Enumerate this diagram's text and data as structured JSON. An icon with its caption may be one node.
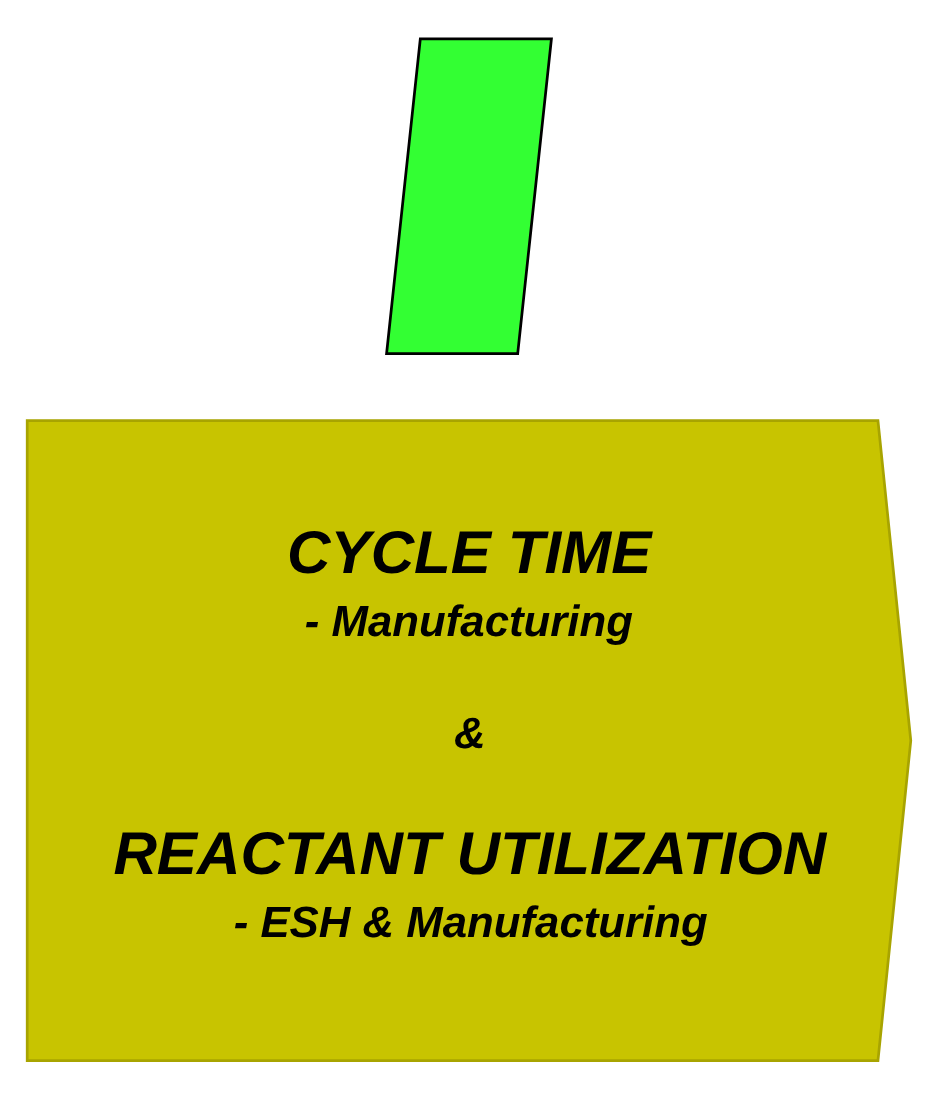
{
  "diagram": {
    "nodes": [
      {
        "text": [
          "CYCLE TIME",
          "- Manufacturing",
          "&",
          "REACTANT UTILIZATION",
          "- ESH & Manufacturing"
        ]
      },
      {
        "text": [],
        "shape": "parallelogram"
      }
    ]
  }
}
